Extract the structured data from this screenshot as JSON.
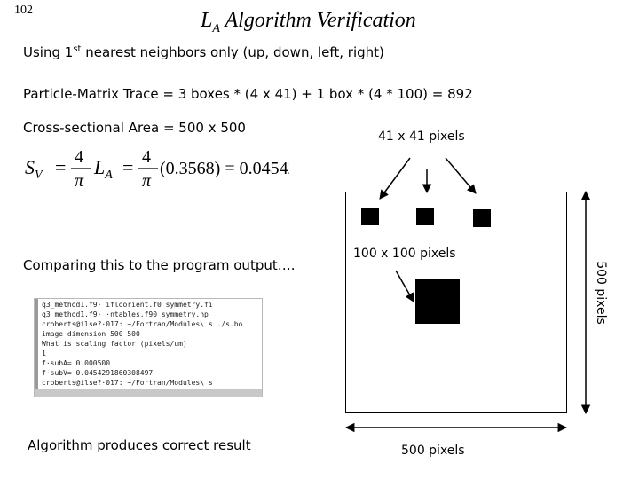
{
  "page_number": "102",
  "title": {
    "main": "L",
    "sub": "A",
    "rest": " Algorithm Verification"
  },
  "line1": {
    "pre": "Using 1",
    "sup": "st",
    "post": " nearest neighbors only (up, down, left, right)"
  },
  "line2": "Particle-Matrix Trace = 3 boxes * (4 x 41) + 1 box * (4 * 100) = 892",
  "line3": "Cross-sectional Area = 500 x 500",
  "formula": {
    "sv": "S",
    "sv_sub": "V",
    "eq": "=",
    "num": "4",
    "den": "π",
    "la": "L",
    "la_sub": "A",
    "value": "(0.3568) = 0.045429"
  },
  "comparing": "Comparing this to the program output….",
  "terminal": {
    "lines": [
      "q3_method1.f9·   ifloorient.f0      symmetry.fi",
      "q3_method1.f9·   ·ntables.f90      symmetry.hp",
      "croberts@ilse?·017: ~/Fortran/Modules\\ s ./s.bo",
      " image dimension   500 500",
      " What is scaling factor (pixels/um)",
      "1",
      " f·subA= 0.000500",
      " f·subV= 0.0454291860308497",
      "croberts@ilse?·017: ~/Fortran/Modules\\ s"
    ]
  },
  "algorithm_result": "Algorithm produces correct result",
  "label_41": "41 x 41 pixels",
  "label_100": "100 x 100 pixels",
  "label_500_h": "500  pixels",
  "label_500_v": "500  pixels"
}
